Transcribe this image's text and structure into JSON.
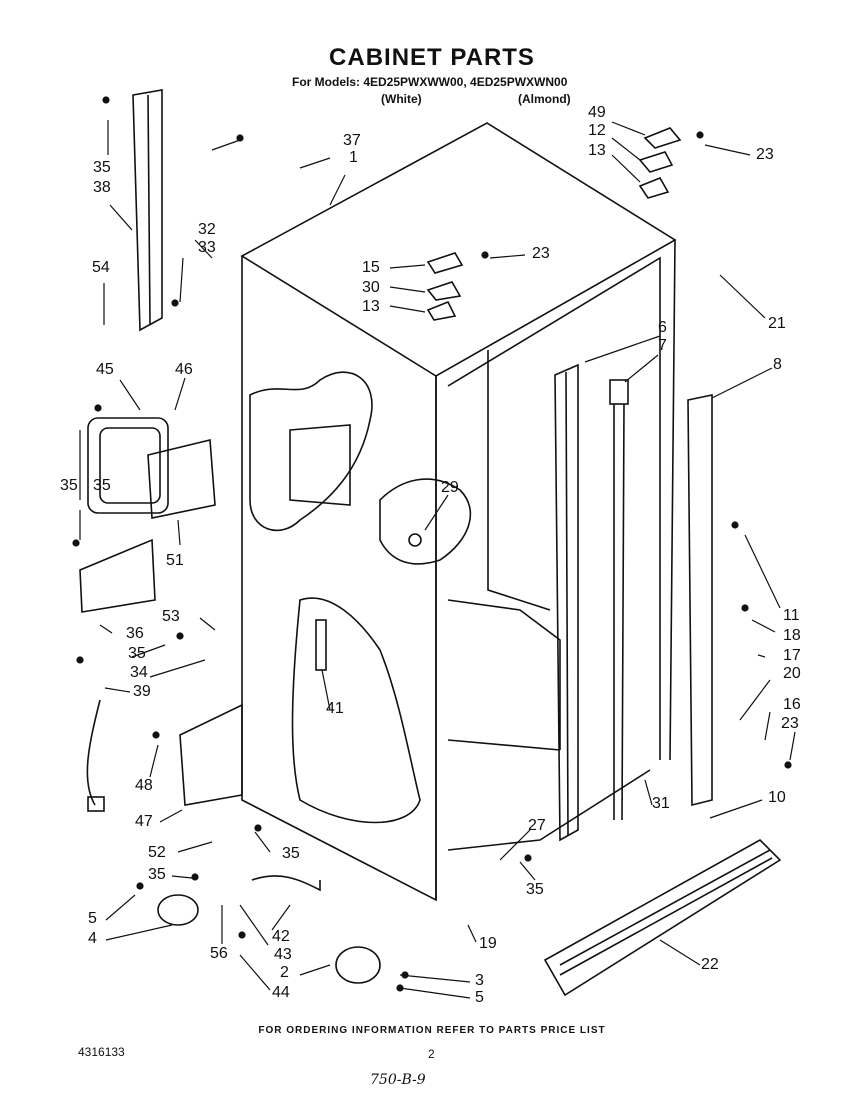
{
  "header": {
    "title": "CABINET PARTS",
    "models": "For Models: 4ED25PWXWW00, 4ED25PWXWN00",
    "variant_white": "(White)",
    "variant_almond": "(Almond)"
  },
  "callouts": [
    "35",
    "38",
    "35",
    "37",
    "1",
    "32",
    "33",
    "54",
    "45",
    "46",
    "35",
    "51",
    "53",
    "36",
    "35",
    "34",
    "39",
    "48",
    "47",
    "52",
    "35",
    "35",
    "5",
    "4",
    "56",
    "42",
    "43",
    "2",
    "44",
    "3",
    "5",
    "49",
    "12",
    "13",
    "23",
    "15",
    "23",
    "30",
    "13",
    "21",
    "6",
    "7",
    "8",
    "29",
    "41",
    "11",
    "18",
    "17",
    "20",
    "16",
    "23",
    "31",
    "10",
    "27",
    "35",
    "19",
    "22"
  ],
  "footer": {
    "ordering_note": "FOR ORDERING INFORMATION REFER TO PARTS PRICE LIST",
    "part_number": "4316133",
    "page_number": "2",
    "handwritten_note": "750-B-9"
  }
}
